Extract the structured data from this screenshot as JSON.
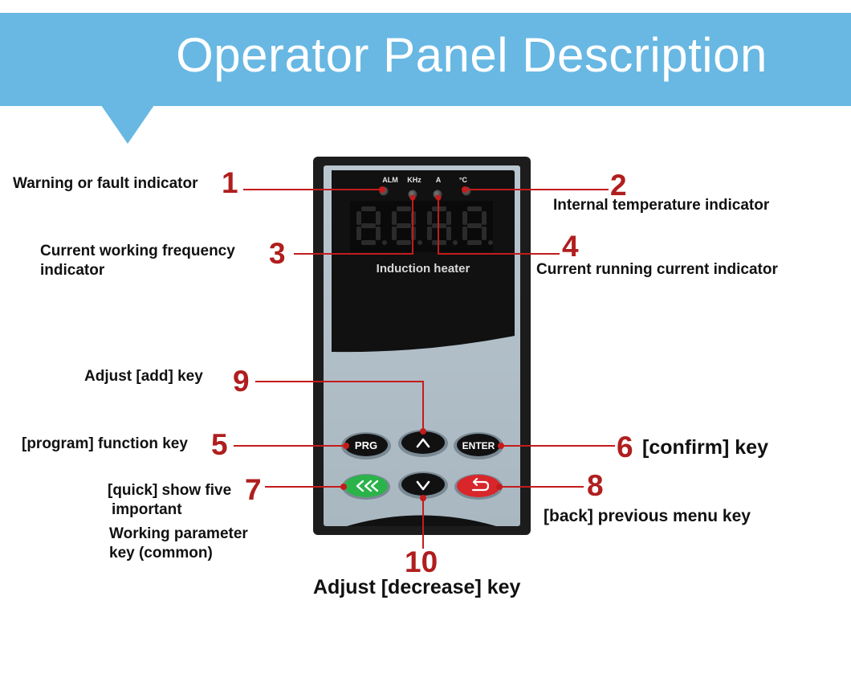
{
  "banner": {
    "title": "Operator Panel Description"
  },
  "device": {
    "indicators": [
      "ALM",
      "KHz",
      "A",
      "°C"
    ],
    "display_digits": "8.8.8.8",
    "brand_text": "Induction heater",
    "keys": {
      "prg": "PRG",
      "enter": "ENTER",
      "up": "up-arrow-icon",
      "down": "down-arrow-icon",
      "quick": "double-chevron-left-icon",
      "back": "return-arrow-icon"
    }
  },
  "callouts": [
    {
      "num": "1",
      "text": "Warning or fault indicator"
    },
    {
      "num": "2",
      "text": "Internal temperature indicator"
    },
    {
      "num": "3",
      "text_line1": "Current working frequency",
      "text_line2": "indicator"
    },
    {
      "num": "4",
      "text": "Current running current indicator"
    },
    {
      "num": "5",
      "text": "[program] function key"
    },
    {
      "num": "6",
      "text": "[confirm] key"
    },
    {
      "num": "7",
      "text_line1": "[quick] show five",
      "text_line2": "important",
      "text_line3": "Working parameter",
      "text_line4": "key (common)"
    },
    {
      "num": "8",
      "text": "[back] previous menu key"
    },
    {
      "num": "9",
      "text": "Adjust [add] key"
    },
    {
      "num": "10",
      "text": "Adjust [decrease] key"
    }
  ],
  "colors": {
    "banner": "#68b8e3",
    "callout_red": "#b01e1e",
    "leader_line": "#c41c1c"
  }
}
